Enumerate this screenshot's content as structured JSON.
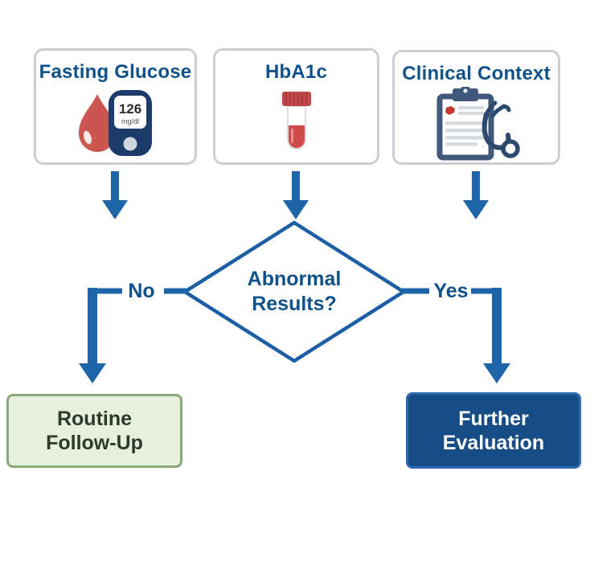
{
  "page": {
    "background": "#ffffff"
  },
  "flowchart": {
    "inputs": [
      {
        "label": "Fasting Glucose",
        "icon": "blood-drop-glucose-meter-icon",
        "meter": {
          "value": "126",
          "unit": "mg/dl"
        }
      },
      {
        "label": "HbA1c",
        "icon": "blood-sample-tube-icon"
      },
      {
        "label": "Clinical Context",
        "icon": "clipboard-stethoscope-icon"
      }
    ],
    "decision": {
      "line1": "Abnormal",
      "line2": "Results?"
    },
    "branch_labels": {
      "no": "No",
      "yes": "Yes"
    },
    "outcomes": {
      "routine": {
        "line1": "Routine",
        "line2": "Follow-Up"
      },
      "further": {
        "line1": "Further",
        "line2": "Evaluation"
      }
    },
    "colors": {
      "flow_blue": "#1e64a8",
      "heading_blue": "#0f5189",
      "meter_navy": "#1d3b6a",
      "blood_red": "#cd5550",
      "routine_bg": "#e8efdc",
      "routine_border": "#8aa878",
      "further_bg": "#174d87",
      "further_border": "#2d6bb0"
    }
  }
}
